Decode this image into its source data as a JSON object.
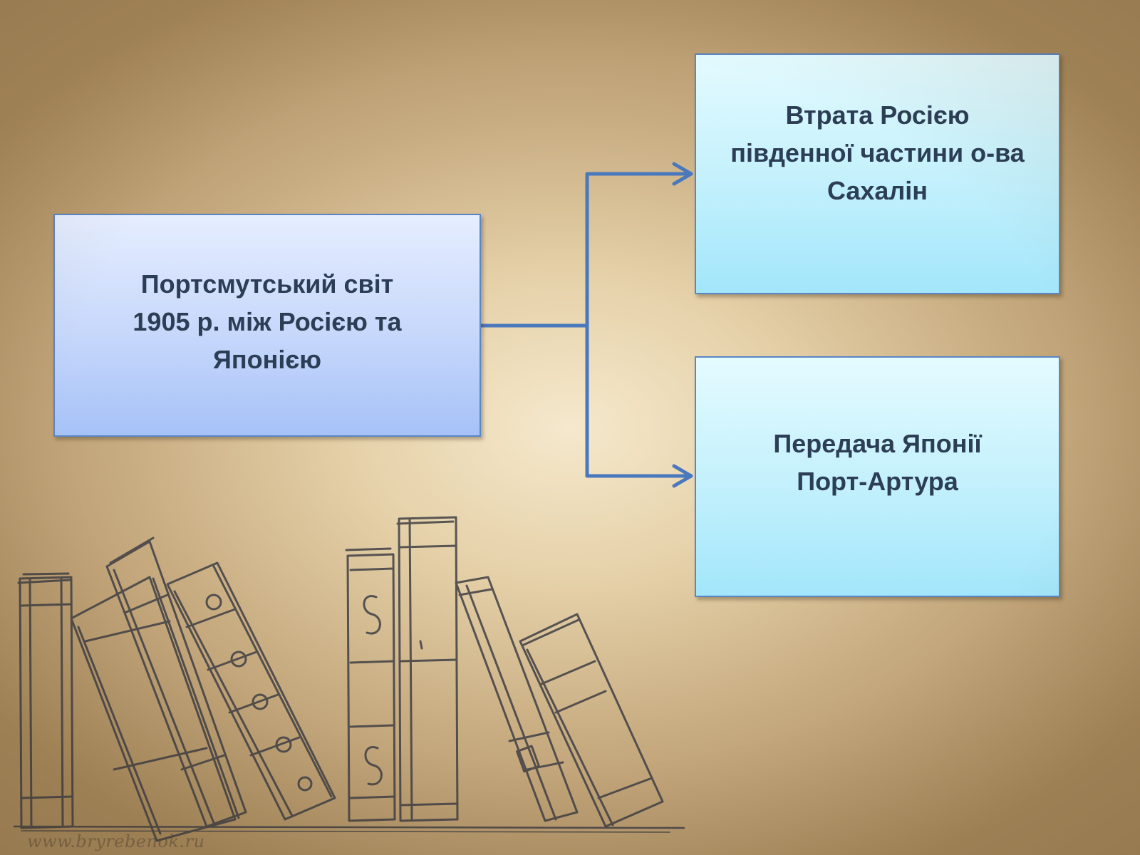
{
  "diagram": {
    "source": {
      "text": "Портсмутський світ 1905 р. між Росією та Японією",
      "lines": [
        "Портсмутський світ",
        "1905 р. між Росією та",
        "Японією"
      ]
    },
    "outcomes": [
      {
        "text": "Втрата Росією південної частини о-ва Сахалін",
        "lines": [
          "Втрата Росією",
          "південної частини о-ва",
          "Сахалін"
        ]
      },
      {
        "text": "Передача Японії Порт-Артура",
        "lines": [
          "Передача Японії",
          "Порт-Артура"
        ]
      }
    ]
  },
  "watermark": "www.bryrebenok.ru",
  "colors": {
    "connector": "#4a78bd",
    "box_border": "#5b86c4",
    "text": "#2c3e55",
    "sketch": "#3f3f44"
  },
  "decor": {
    "icon": "books-sketch-icon"
  }
}
